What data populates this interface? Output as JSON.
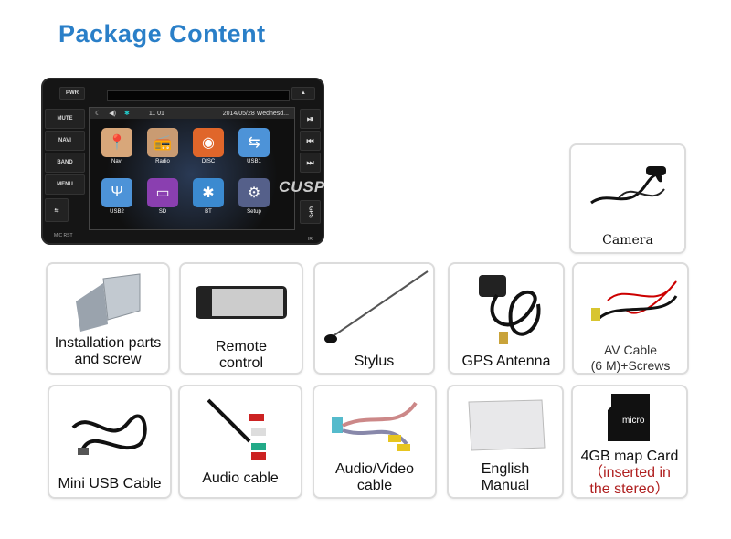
{
  "title": "Package Content",
  "head_unit": {
    "left_buttons": [
      "PWR",
      "MUTE",
      "NAVI",
      "BAND",
      "MENU"
    ],
    "right_buttons": [
      "▲",
      "⏯",
      "⏮",
      "⏭"
    ],
    "bottom_labels": [
      "MIC RST",
      "IR"
    ],
    "sd_label": "GPS",
    "status": {
      "time": "11 01",
      "date": "2014/05/28 Wednesd..."
    },
    "apps": [
      {
        "label": "Navi",
        "color": "#d8a77a",
        "glyph": "📍"
      },
      {
        "label": "Radio",
        "color": "#c99b72",
        "glyph": "📻"
      },
      {
        "label": "DISC",
        "color": "#e0662a",
        "glyph": "◉"
      },
      {
        "label": "USB1",
        "color": "#4d93d8",
        "glyph": "⇆"
      },
      {
        "label": "USB2",
        "color": "#4d93d8",
        "glyph": "Ψ"
      },
      {
        "label": "SD",
        "color": "#8a3fb0",
        "glyph": "▭"
      },
      {
        "label": "BT",
        "color": "#3b8ad0",
        "glyph": "✱"
      },
      {
        "label": "Setup",
        "color": "#55608a",
        "glyph": "⚙"
      }
    ]
  },
  "watermark": "CUSP",
  "items": [
    {
      "label": "Camera"
    },
    {
      "label": "Installation parts and screw"
    },
    {
      "label": "Remote control"
    },
    {
      "label": "Stylus"
    },
    {
      "label": "GPS Antenna"
    },
    {
      "label": "AV Cable",
      "label2": "(6 M)+Screws"
    },
    {
      "label": "Mini USB Cable"
    },
    {
      "label": "Audio cable"
    },
    {
      "label": "Audio/Video cable"
    },
    {
      "label": "English Manual"
    },
    {
      "label": "4GB map Card",
      "label2": "（inserted in the stereo）"
    }
  ]
}
